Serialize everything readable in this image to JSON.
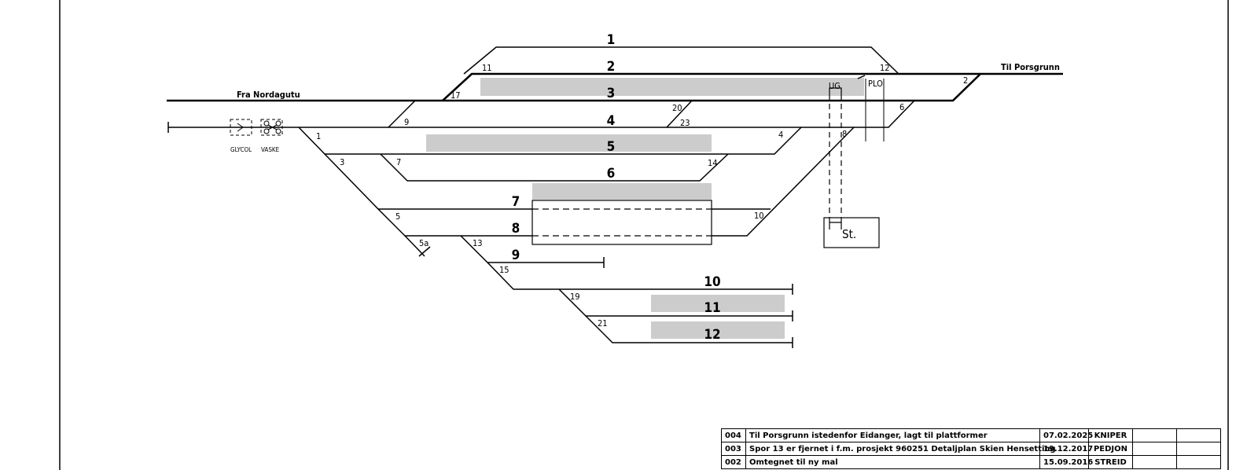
{
  "places": {
    "from": "Fra Nordagutu",
    "to": "Til Porsgrunn"
  },
  "tracks": [
    "1",
    "2",
    "3",
    "4",
    "5",
    "6",
    "7",
    "8",
    "9",
    "10",
    "11",
    "12"
  ],
  "switches": [
    "11",
    "12",
    "2",
    "17",
    "20",
    "23",
    "6",
    "9",
    "4",
    "8",
    "1",
    "3",
    "7",
    "14",
    "5",
    "10",
    "5a",
    "13",
    "15",
    "19",
    "21"
  ],
  "facilities": {
    "glycol": "GLYCOL",
    "vaske": "VASKE",
    "ug": "UG",
    "plo": "PLO",
    "station": "St."
  },
  "revisions": [
    {
      "no": "004",
      "text": "Til Porsgrunn istedenfor Eidanger, lagt til plattformer",
      "date": "07.02.2025",
      "by": "KNIPER"
    },
    {
      "no": "003",
      "text": "Spor 13 er fjernet i f.m. prosjekt 960251 Detaljplan Skien Hensetting",
      "date": "19.12.2017",
      "by": "PEDJON"
    },
    {
      "no": "002",
      "text": "Omtegnet til ny mal",
      "date": "15.09.2016",
      "by": "STREID"
    }
  ]
}
